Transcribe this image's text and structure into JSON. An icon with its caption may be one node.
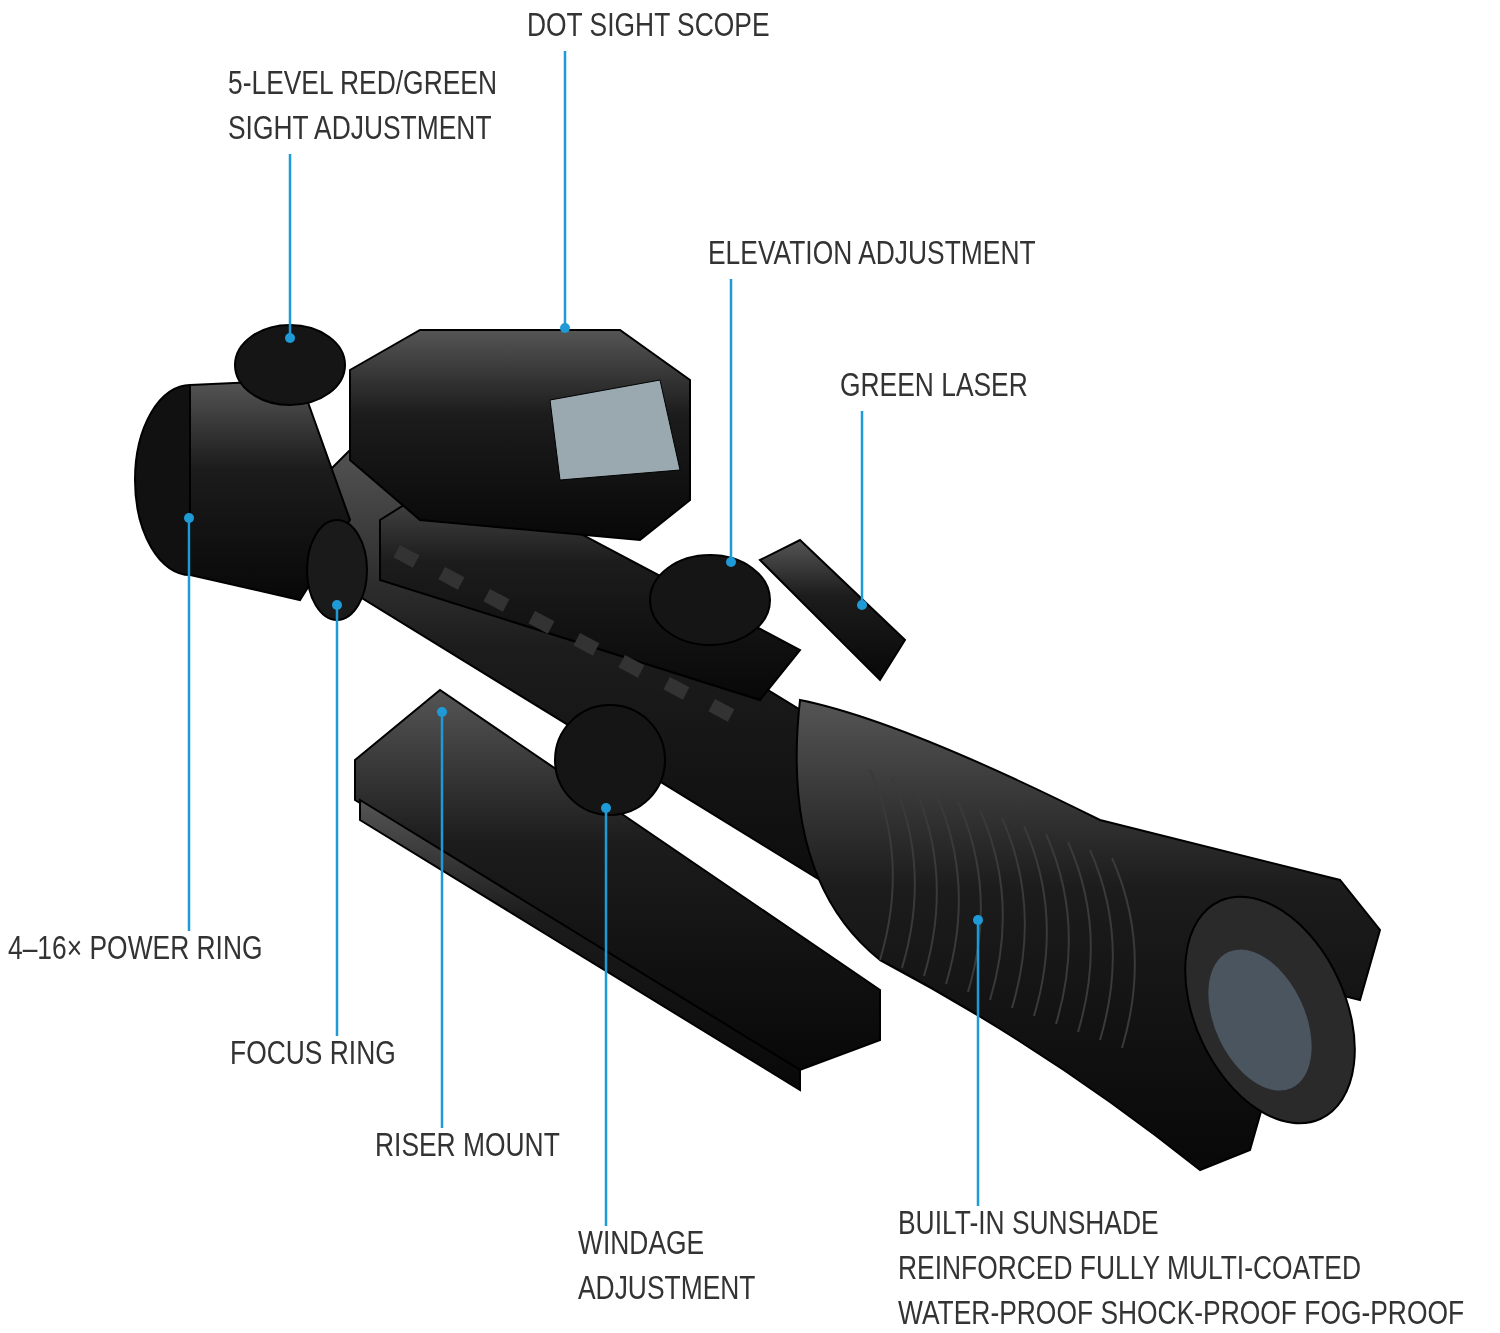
{
  "diagram": {
    "nodes": [
      {
        "text": [
          "5-LEVEL RED/GREEN SIGHT ADJUSTMENT"
        ]
      },
      {
        "text": [
          "DOT SIGHT SCOPE"
        ]
      },
      {
        "text": [
          "ELEVATION ADJUSTMENT"
        ]
      },
      {
        "text": [
          "GREEN LASER"
        ]
      },
      {
        "text": [
          "4–16× POWER RING"
        ]
      },
      {
        "text": [
          "FOCUS RING"
        ]
      },
      {
        "text": [
          "RISER MOUNT"
        ]
      },
      {
        "text": [
          "WINDAGE ADJUSTMENT"
        ]
      },
      {
        "text": [
          "BUILT-IN SUNSHADE",
          "REINFORCED FULLY MULTI-COATED",
          "WATER-PROOF SHOCK-PROOF FOG-PROOF"
        ]
      }
    ],
    "edges": [
      {
        "from": 0,
        "to": null,
        "arrow": "other"
      },
      {
        "from": 1,
        "to": null,
        "arrow": "other"
      },
      {
        "from": 2,
        "to": null,
        "arrow": "other"
      },
      {
        "from": 3,
        "to": null,
        "arrow": "other"
      },
      {
        "from": 4,
        "to": null,
        "arrow": "other"
      },
      {
        "from": 5,
        "to": null,
        "arrow": "other"
      },
      {
        "from": 6,
        "to": null,
        "arrow": "other"
      },
      {
        "from": 7,
        "to": null,
        "arrow": "other"
      },
      {
        "from": 8,
        "to": null,
        "arrow": "other"
      }
    ]
  }
}
